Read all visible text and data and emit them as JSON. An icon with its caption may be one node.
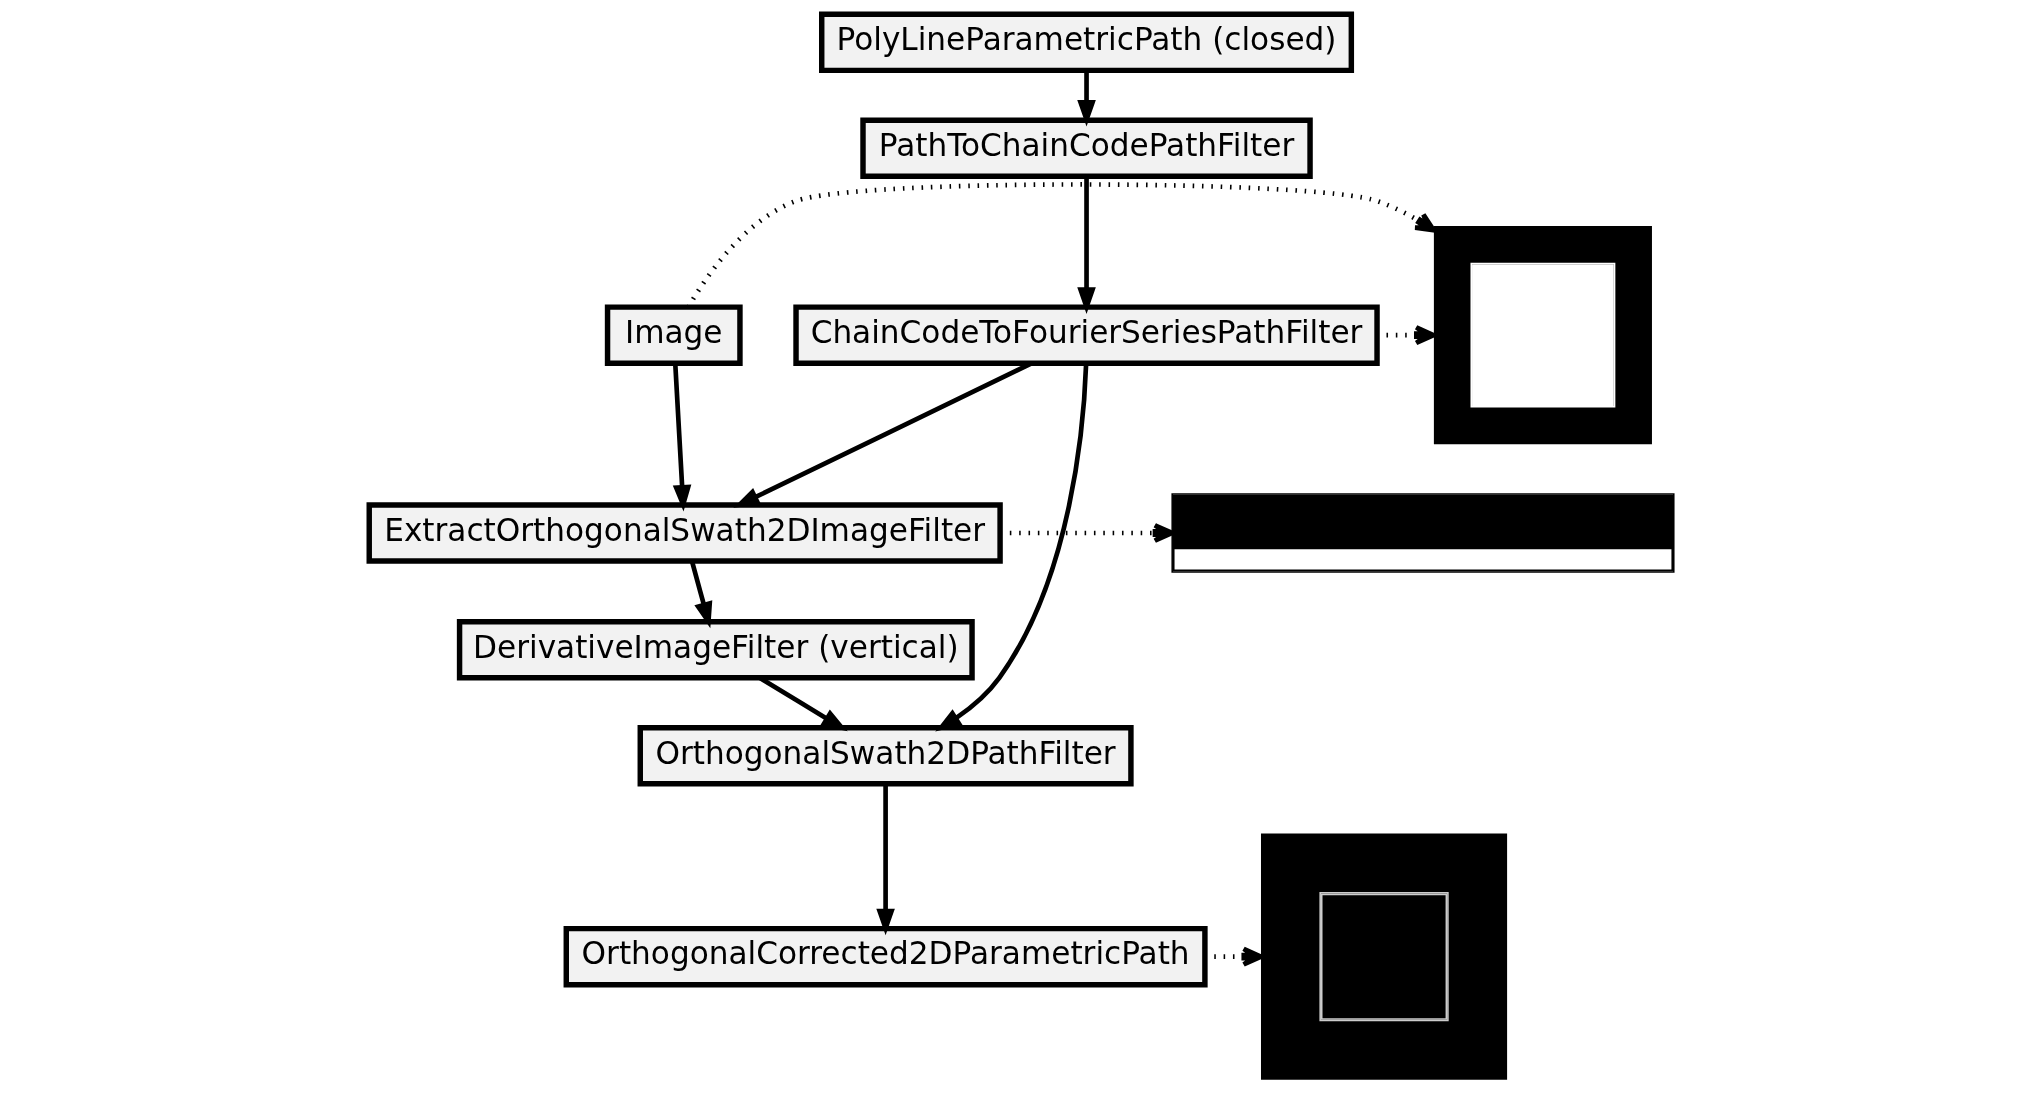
{
  "diagram": {
    "nodes": [
      {
        "text": [
          "PolyLineParametricPath (closed)"
        ]
      },
      {
        "text": [
          "PathToChainCodePathFilter"
        ]
      },
      {
        "text": [
          "ChainCodeToFourierSeriesPathFilter"
        ]
      },
      {
        "text": [
          "Image"
        ]
      },
      {
        "text": [
          "ExtractOrthogonalSwath2DImageFilter"
        ]
      },
      {
        "text": [
          "DerivativeImageFilter (vertical)"
        ]
      },
      {
        "text": [
          "OrthogonalSwath2DPathFilter"
        ]
      },
      {
        "text": [
          "OrthogonalCorrected2DParametricPath"
        ]
      },
      {
        "text": [],
        "shape": "picture"
      },
      {
        "text": [],
        "shape": "picture"
      },
      {
        "text": [],
        "shape": "picture"
      }
    ],
    "edges": [
      {
        "from": 0,
        "to": 1,
        "arrow": "to"
      },
      {
        "from": 1,
        "to": 2,
        "arrow": "to"
      },
      {
        "from": 2,
        "to": 8,
        "arrow": "to",
        "style": "dashed"
      },
      {
        "from": 3,
        "to": 8,
        "arrow": "to",
        "style": "dashed"
      },
      {
        "from": 2,
        "to": 6,
        "arrow": "to"
      },
      {
        "from": 2,
        "to": 4,
        "arrow": "to"
      },
      {
        "from": 3,
        "to": 4,
        "arrow": "to"
      },
      {
        "from": 4,
        "to": 9,
        "arrow": "to",
        "style": "dashed"
      },
      {
        "from": 4,
        "to": 5,
        "arrow": "to"
      },
      {
        "from": 5,
        "to": 6,
        "arrow": "to"
      },
      {
        "from": 6,
        "to": 7,
        "arrow": "to"
      },
      {
        "from": 7,
        "to": 10,
        "arrow": "to",
        "style": "dashed"
      }
    ]
  }
}
